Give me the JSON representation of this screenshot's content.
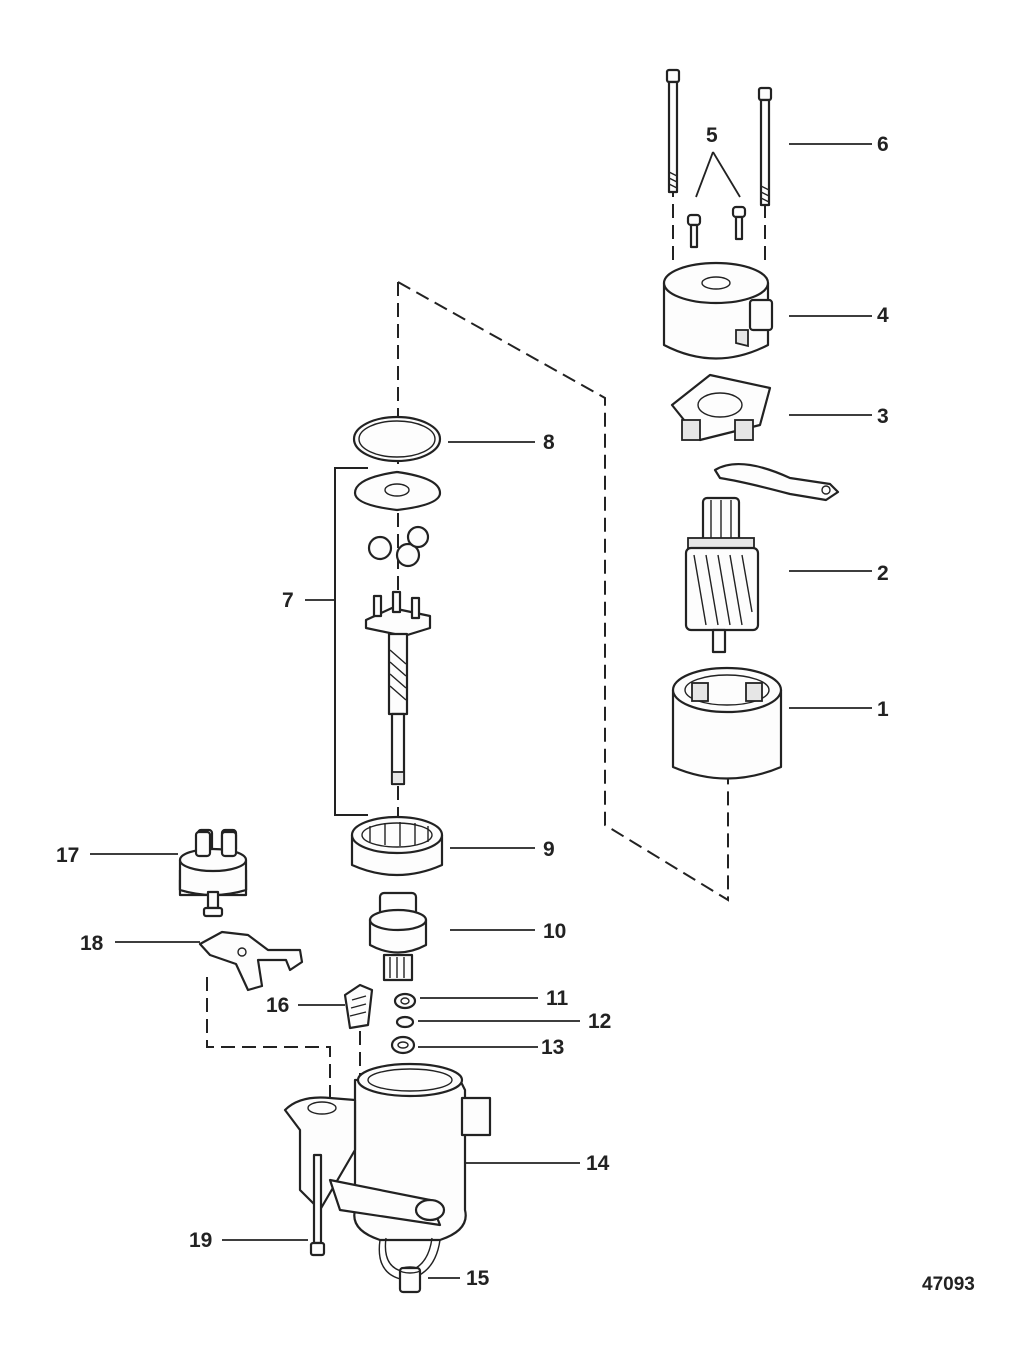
{
  "figure_number": "47093",
  "callouts": [
    {
      "id": "1",
      "label": "1"
    },
    {
      "id": "2",
      "label": "2"
    },
    {
      "id": "3",
      "label": "3"
    },
    {
      "id": "4",
      "label": "4"
    },
    {
      "id": "5",
      "label": "5"
    },
    {
      "id": "6",
      "label": "6"
    },
    {
      "id": "7",
      "label": "7"
    },
    {
      "id": "8",
      "label": "8"
    },
    {
      "id": "9",
      "label": "9"
    },
    {
      "id": "10",
      "label": "10"
    },
    {
      "id": "11",
      "label": "11"
    },
    {
      "id": "12",
      "label": "12"
    },
    {
      "id": "13",
      "label": "13"
    },
    {
      "id": "14",
      "label": "14"
    },
    {
      "id": "15",
      "label": "15"
    },
    {
      "id": "16",
      "label": "16"
    },
    {
      "id": "17",
      "label": "17"
    },
    {
      "id": "18",
      "label": "18"
    },
    {
      "id": "19",
      "label": "19"
    }
  ]
}
